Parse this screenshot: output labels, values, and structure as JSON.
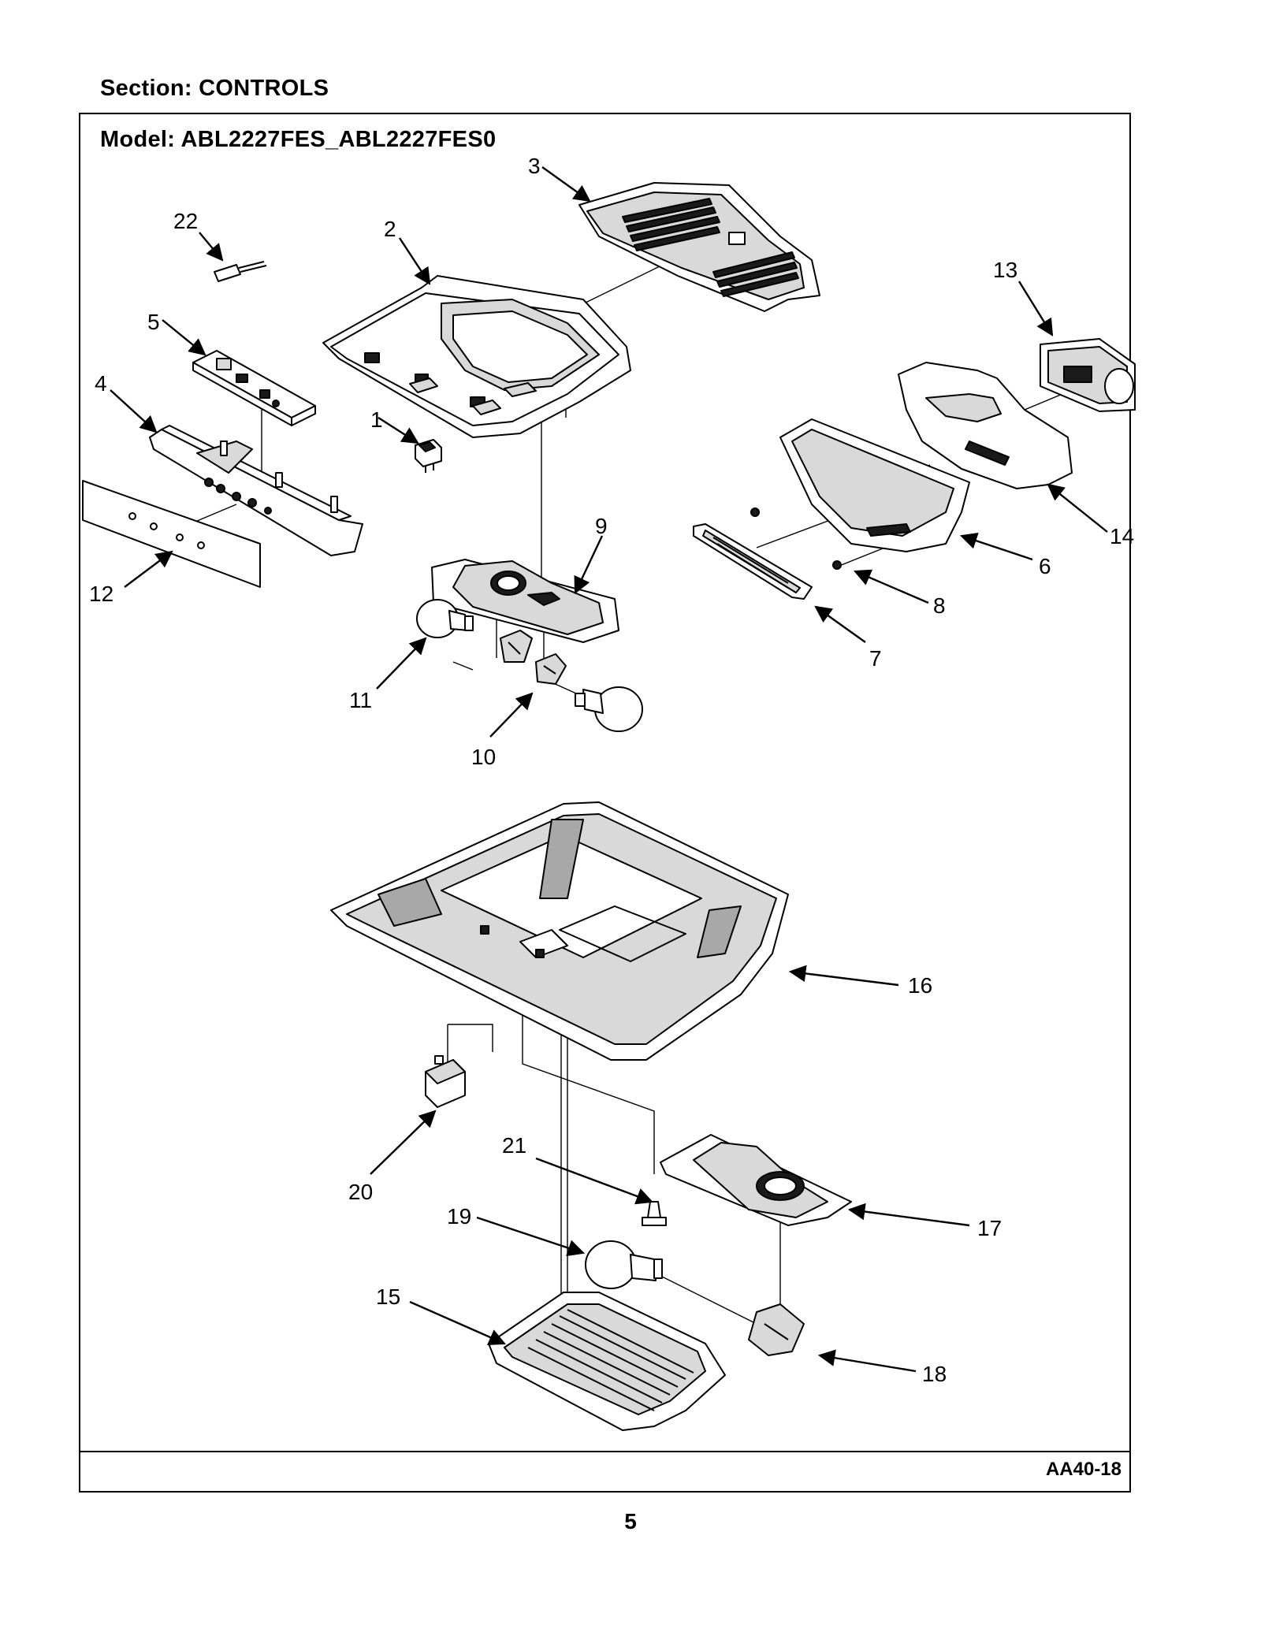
{
  "header": {
    "section": "Section:  CONTROLS",
    "model": "Model:  ABL2227FES_ABL2227FES0"
  },
  "footer": {
    "drawing_code": "AA40-18",
    "page_number": "5"
  },
  "callouts": [
    "1",
    "2",
    "3",
    "4",
    "5",
    "6",
    "7",
    "8",
    "9",
    "10",
    "11",
    "12",
    "13",
    "14",
    "15",
    "16",
    "17",
    "18",
    "19",
    "20",
    "21",
    "22"
  ]
}
